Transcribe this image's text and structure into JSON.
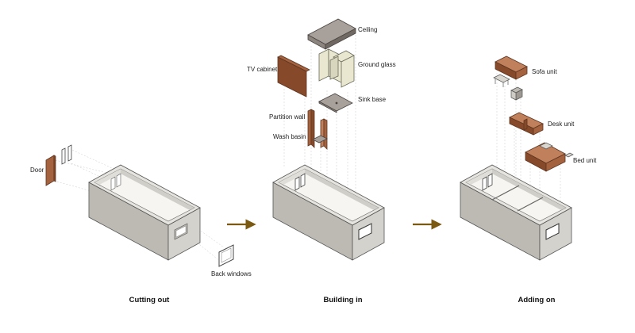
{
  "stages": [
    {
      "title": "Cutting out"
    },
    {
      "title": "Building in"
    },
    {
      "title": "Adding on"
    }
  ],
  "labels": {
    "door": "Door",
    "back_windows": "Back windows",
    "ceiling": "Ceiling",
    "tv_cabinet": "TV cabinet",
    "ground_glass": "Ground glass",
    "sink_base": "Sink base",
    "partition_wall": "Partition wall",
    "wash_basin": "Wash basin",
    "sofa_unit": "Sofa unit",
    "desk_unit": "Desk unit",
    "bed_unit": "Bed unit"
  },
  "colors": {
    "arrow": "#7a5a12",
    "wood": "#a5623f",
    "concrete": "#d4d2cd"
  }
}
